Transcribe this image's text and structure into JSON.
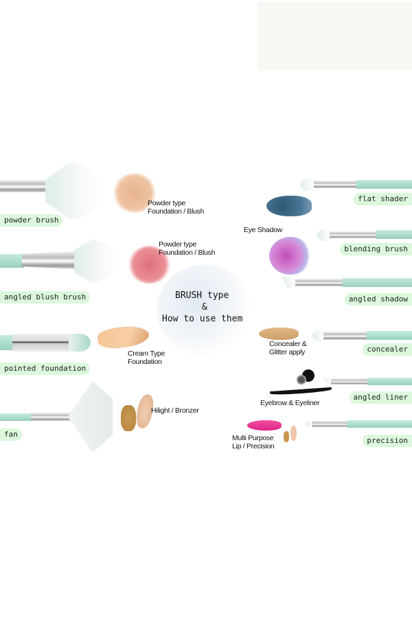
{
  "title": {
    "line1": "BRUSH type",
    "line2": "&",
    "line3": "How to use them"
  },
  "brushes_left": [
    {
      "label": "powder brush"
    },
    {
      "label": "angled blush brush"
    },
    {
      "label": "pointed foundation"
    },
    {
      "label": "fan"
    }
  ],
  "brushes_right": [
    {
      "label": "flat shader"
    },
    {
      "label": "blending brush"
    },
    {
      "label": "angled shadow"
    },
    {
      "label": "concealer"
    },
    {
      "label": "angled liner"
    },
    {
      "label": "precision"
    }
  ],
  "uses": {
    "powder1": {
      "l1": "Powder type",
      "l2": "Foundation / Blush"
    },
    "powder2": {
      "l1": "Powder type",
      "l2": "Foundation / Blush"
    },
    "cream": {
      "l1": "Cream Type",
      "l2": "Foundation"
    },
    "hilight": {
      "l1": "Hilight / Bronzer"
    },
    "eyeshadow": {
      "l1": "Eye Shadow"
    },
    "concealer": {
      "l1": "Concealer &",
      "l2": "Glitter apply"
    },
    "eyebrow": {
      "l1": "Eyebrow  & Eyeliner"
    },
    "lip": {
      "l1": "Multi Purpose",
      "l2": "Lip / Precision"
    }
  },
  "colors": {
    "pill": "#dcf7dc",
    "handle": "#a9dcca"
  }
}
